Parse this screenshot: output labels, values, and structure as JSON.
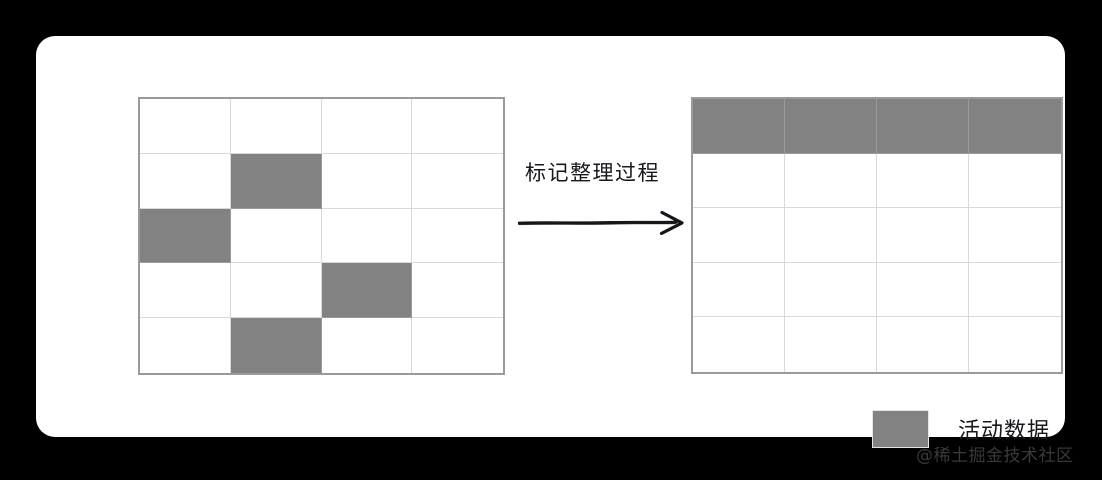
{
  "figure": {
    "background_color": "#000000",
    "card_color": "#ffffff",
    "accent_color": "#828282",
    "grid_border_color": "#9a9a9a",
    "grid_line_color": "#d9d9d9"
  },
  "diagram": {
    "transition_label": "标记整理过程",
    "arrow_icon": "right-arrow-icon",
    "before": {
      "name": "heap-before-compaction",
      "columns": 4,
      "rows": 5,
      "filled_cells": [
        {
          "row": 2,
          "col": 2
        },
        {
          "row": 3,
          "col": 1
        },
        {
          "row": 4,
          "col": 3
        },
        {
          "row": 5,
          "col": 2
        }
      ]
    },
    "after": {
      "name": "heap-after-compaction",
      "columns": 4,
      "rows": 5,
      "filled_cells": [
        {
          "row": 1,
          "col": 1
        },
        {
          "row": 1,
          "col": 2
        },
        {
          "row": 1,
          "col": 3
        },
        {
          "row": 1,
          "col": 4
        }
      ]
    }
  },
  "legend": {
    "swatch_color": "#828282",
    "label": "活动数据"
  },
  "watermark": {
    "text": "@稀土掘金技术社区"
  }
}
